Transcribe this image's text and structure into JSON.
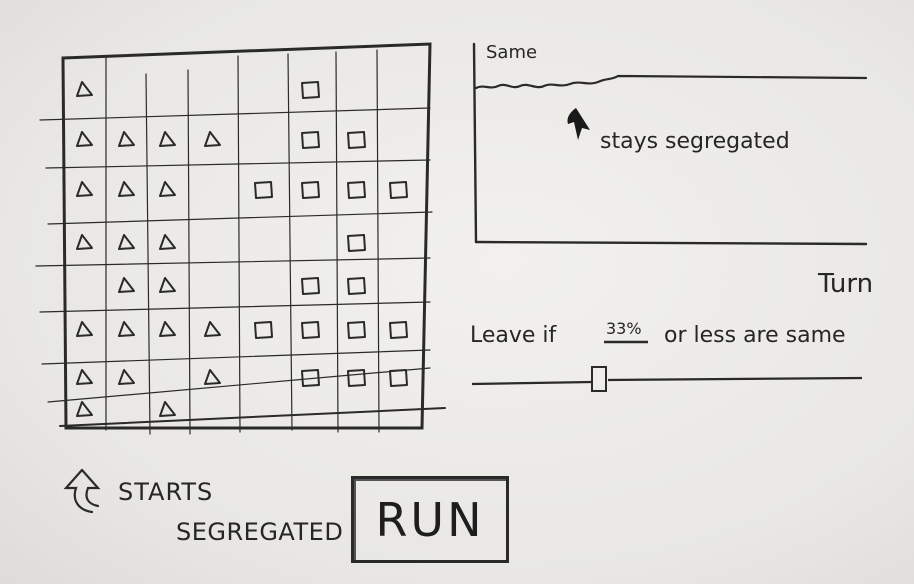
{
  "grid": {
    "rows": [
      [
        "tri",
        "",
        "",
        "",
        "",
        "sq",
        "",
        ""
      ],
      [
        "tri",
        "tri",
        "tri",
        "tri",
        "",
        "sq",
        "sq",
        ""
      ],
      [
        "tri",
        "tri",
        "tri",
        "",
        "sq",
        "sq",
        "sq",
        "sq"
      ],
      [
        "tri",
        "tri",
        "tri",
        "",
        "",
        "",
        "sq",
        ""
      ],
      [
        "",
        "tri",
        "tri",
        "",
        "",
        "sq",
        "sq",
        ""
      ],
      [
        "tri",
        "tri",
        "tri",
        "tri",
        "sq",
        "sq",
        "sq",
        "sq"
      ],
      [
        "tri",
        "tri",
        "",
        "tri",
        "",
        "sq",
        "sq",
        "sq"
      ],
      [
        "tri",
        "",
        "tri",
        "",
        "",
        "",
        "",
        ""
      ]
    ]
  },
  "grid_caption": {
    "line1": "STARTS",
    "line2": "SEGREGATED"
  },
  "chart": {
    "ylabel": "Same",
    "xlabel": "Turn",
    "annotation": "stays segregated"
  },
  "control": {
    "prefix": "Leave if",
    "threshold": "33%",
    "suffix": "or less are same",
    "slider_value": 0.33
  },
  "run_button": {
    "label": "RUN"
  },
  "colors": {
    "ink": "#262626",
    "paper": "#efeeea"
  },
  "icons": {
    "arrow": "curved-up-arrow-icon",
    "cursor": "pointer-arrow-icon"
  }
}
